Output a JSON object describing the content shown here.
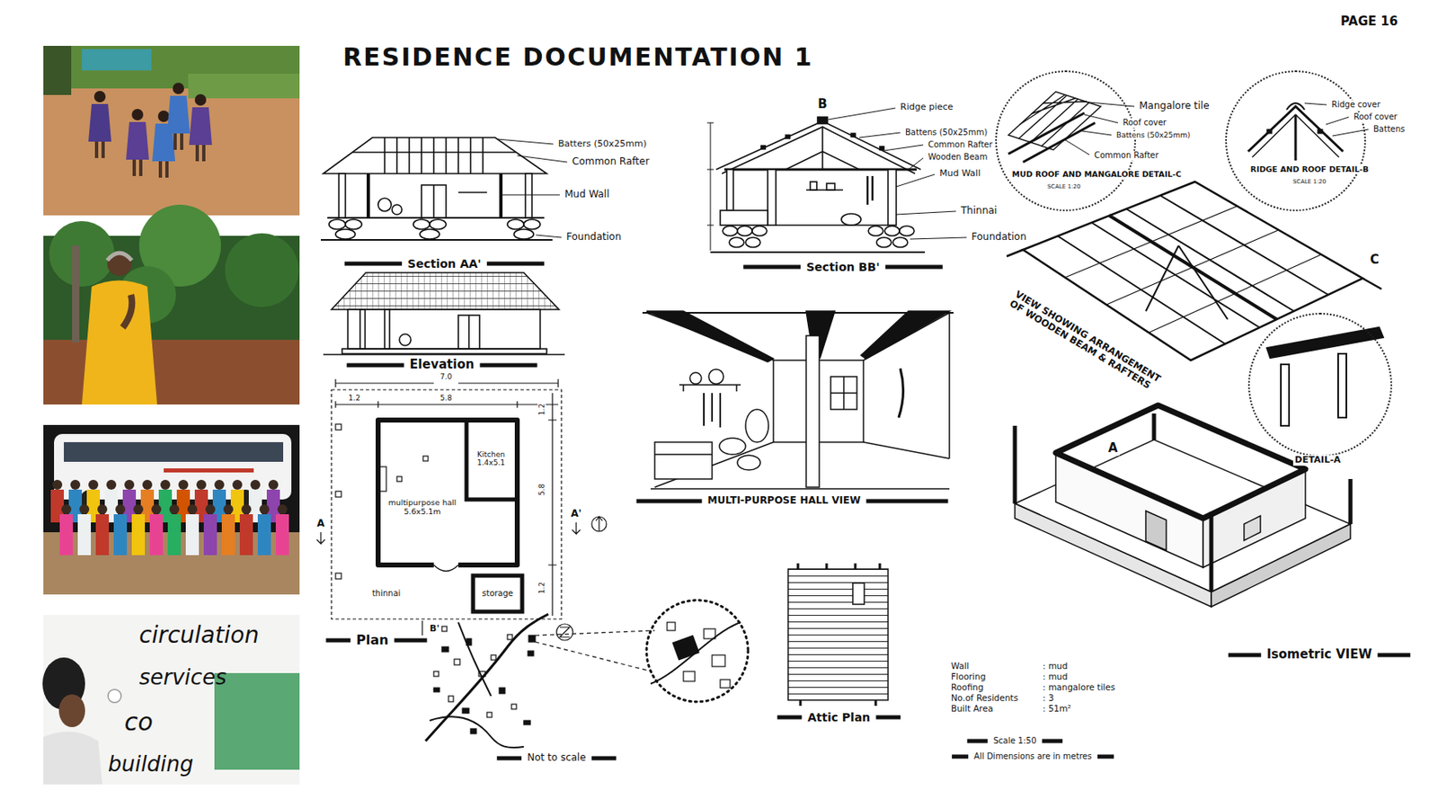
{
  "diagram": {
    "title": "RESIDENCE DOCUMENTATION 1",
    "nodes": [
      {
        "text": [
          "Mangalore tile",
          "Roof cover",
          "Battens (50x25mm)",
          "Common Rafter",
          "MUD ROOF AND MANGALORE DETAIL-C",
          "SCALE 1:20"
        ]
      },
      {
        "text": [
          "Ridge cover",
          "Roof cover",
          "Battens",
          "RIDGE AND ROOF DETAIL-B",
          "SCALE 1:20"
        ]
      },
      {
        "text": [
          "DETAIL-A"
        ]
      }
    ],
    "labels": [
      "PAGE 16",
      "Batters (50x25mm)",
      "Common Rafter",
      "Mud Wall",
      "Foundation",
      "Section AA'",
      "Elevation",
      "B",
      "Ridge piece",
      "Battens (50x25mm)",
      "Common Rafter",
      "Wooden Beam",
      "Mud Wall",
      "Thinnai",
      "Foundation",
      "Section BB'",
      "C",
      "VIEW SHOWING ARRANGEMENT OF WOODEN BEAM & RAFTERS",
      "MULTI-PURPOSE HALL VIEW",
      "A",
      "Isometric VIEW",
      "7.0",
      "1.2",
      "5.8",
      "1.2",
      "5.8",
      "1.2",
      "Kitchen 1.4x5.1",
      "multipurpose hall 5.6x5.1m",
      "storage",
      "thinnai",
      "A",
      "A'",
      "B'",
      "Plan",
      "Not to scale",
      "Attic Plan",
      "Wall",
      ": mud",
      "Flooring",
      ": mud",
      "Roofing",
      ": mangalore tiles",
      "No.of Residents",
      ": 3",
      "Built Area",
      ": 51m²",
      "Scale 1:50",
      "All Dimensions are in metres",
      "circulation",
      "services",
      "co",
      "building"
    ]
  }
}
